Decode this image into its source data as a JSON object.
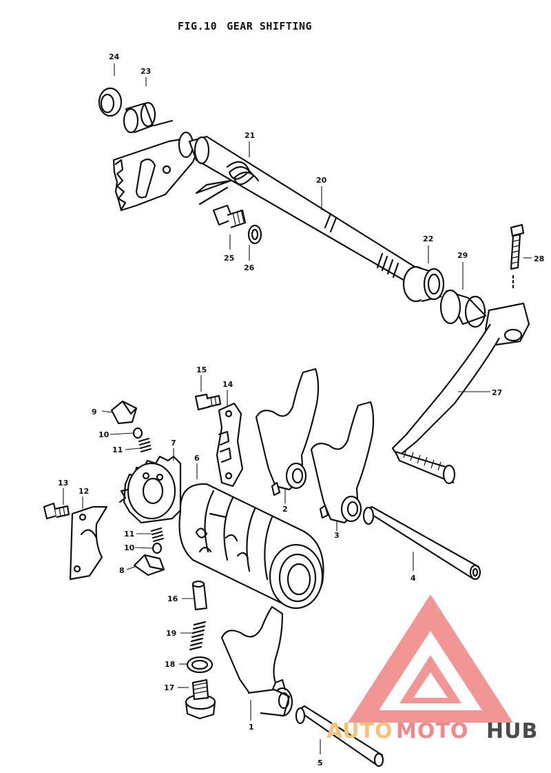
{
  "figure": {
    "number": "FIG.10",
    "title": "GEAR SHIFTING"
  },
  "callouts": [
    "24",
    "23",
    "21",
    "20",
    "25",
    "26",
    "22",
    "29",
    "28",
    "27",
    "15",
    "14",
    "9",
    "10",
    "11",
    "7",
    "6",
    "13",
    "12",
    "11",
    "10",
    "8",
    "2",
    "3",
    "4",
    "16",
    "19",
    "18",
    "17",
    "1",
    "5"
  ],
  "watermark": {
    "part1": "AUTO",
    "part2": "MOTO",
    "part3": "HUB",
    "color_primary": "#f08a8a",
    "color_secondary": "#f5c27a",
    "color_dark": "#4a4a4a"
  }
}
